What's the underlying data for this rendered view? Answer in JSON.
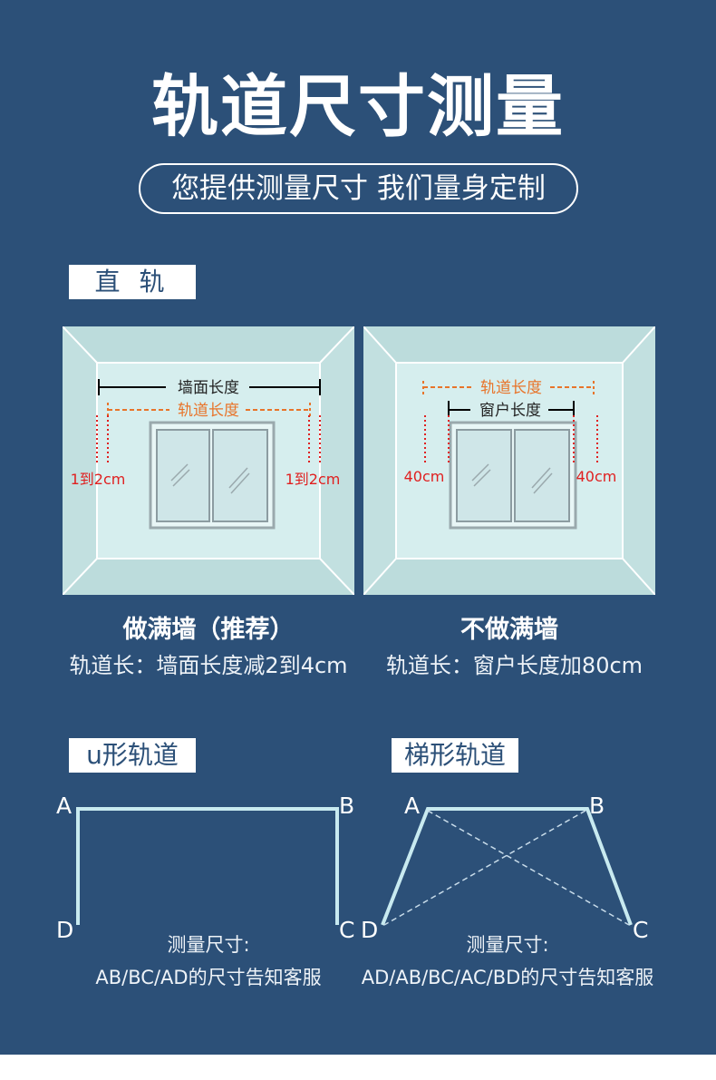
{
  "title": "轨道尺寸测量",
  "subtitle": "您提供测量尺寸 我们量身定制",
  "section_straight": {
    "tag": "直 轨",
    "left": {
      "wall_length_label": "墙面长度",
      "track_length_label": "轨道长度",
      "gap_left": "1到2cm",
      "gap_right": "1到2cm",
      "caption_title": "做满墙（推荐）",
      "caption_formula": "轨道长：墙面长度减2到4cm"
    },
    "right": {
      "track_length_label": "轨道长度",
      "window_length_label": "窗户长度",
      "gap_left": "40cm",
      "gap_right": "40cm",
      "caption_title": "不做满墙",
      "caption_formula": "轨道长：窗户长度加80cm"
    }
  },
  "section_u": {
    "tag": "u形轨道",
    "points": [
      "A",
      "B",
      "C",
      "D"
    ],
    "note_label": "测量尺寸:",
    "note_detail": "AB/BC/AD的尺寸告知客服"
  },
  "section_ladder": {
    "tag": "梯形轨道",
    "points": [
      "A",
      "B",
      "C",
      "D"
    ],
    "note_label": "测量尺寸:",
    "note_detail": "AD/AB/BC/AC/BD的尺寸告知客服"
  },
  "colors": {
    "background": "#2c5078",
    "wall": "#c9e4e4",
    "track_dash": "#e8742a",
    "gap_red": "#e02020",
    "rail": "#c8eaf0"
  }
}
